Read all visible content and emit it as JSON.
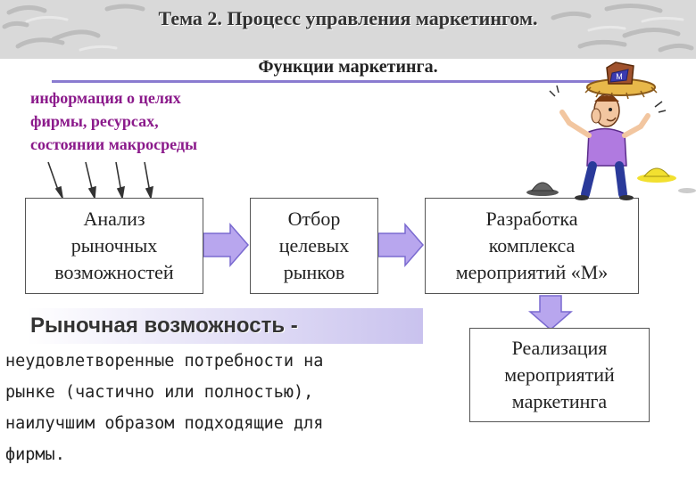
{
  "header": {
    "title": "Тема 2. Процесс управления маркетингом.",
    "subtitle": "Функции маркетинга."
  },
  "info_note": {
    "lines": [
      "информация о целях",
      "фирмы, ресурсах,",
      "состоянии макросреды"
    ]
  },
  "flow": {
    "analysis": [
      "Анализ",
      "рыночных",
      "возможностей"
    ],
    "targeting": [
      "Отбор",
      "целевых",
      "рынков"
    ],
    "mix": [
      "Разработка",
      "комплекса",
      "мероприятий «М»"
    ],
    "implementation": [
      "Реализация",
      "мероприятий",
      "маркетинга"
    ]
  },
  "definition": {
    "term": "Рыночная возможность -",
    "text": [
      "неудовлетворенные потребности на",
      "рынке (частично или полностью),",
      "наилучшим образом подходящие для",
      "фирмы."
    ]
  },
  "illustration": {
    "icon": "juggler-with-hats-icon",
    "hat_label": "M"
  },
  "colors": {
    "header_band": "#d9d9d9",
    "rule": "#8a7bd0",
    "info_text": "#8b1a8b",
    "arrow_fill": "#b8a6ee",
    "arrow_stroke": "#7a6ad0",
    "definition_highlight": "#c9c2ee"
  }
}
